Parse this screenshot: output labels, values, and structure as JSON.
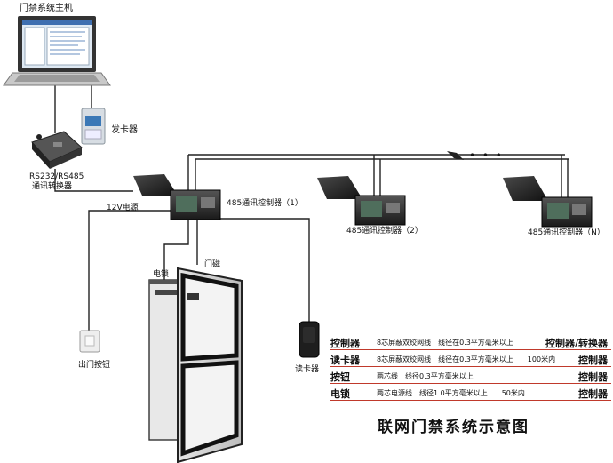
{
  "host": {
    "label": "门禁系统主机"
  },
  "card_issuer": {
    "label": "发卡器"
  },
  "converter": {
    "label_line1": "RS232/RS485",
    "label_line2": "通讯转换器"
  },
  "power": {
    "label": "12V电源"
  },
  "controllers": [
    {
      "label": "485通讯控制器（1）"
    },
    {
      "label": "485通讯控制器（2）"
    },
    {
      "label": "485通讯控制器（N）"
    }
  ],
  "door": {
    "lock_label": "电锁",
    "magnet_label": "门磁"
  },
  "exit_button": {
    "label": "出门按钮"
  },
  "card_reader": {
    "label": "读卡器"
  },
  "chain": {
    "dots": "• • •"
  },
  "legend": [
    {
      "device": "控制器",
      "spec": "8芯屏蔽双绞网线　线径在0.3平方毫米以上",
      "target": "控制器/转换器"
    },
    {
      "device": "读卡器",
      "spec": "8芯屏蔽双绞网线　线径在0.3平方毫米以上　　100米内",
      "target": "控制器"
    },
    {
      "device": "按钮",
      "spec": "两芯线　线径0.3平方毫米以上",
      "target": "控制器"
    },
    {
      "device": "电锁",
      "spec": "两芯电源线　线径1.0平方毫米以上　　50米内",
      "target": "控制器"
    }
  ],
  "title": "联网门禁系统示意图"
}
